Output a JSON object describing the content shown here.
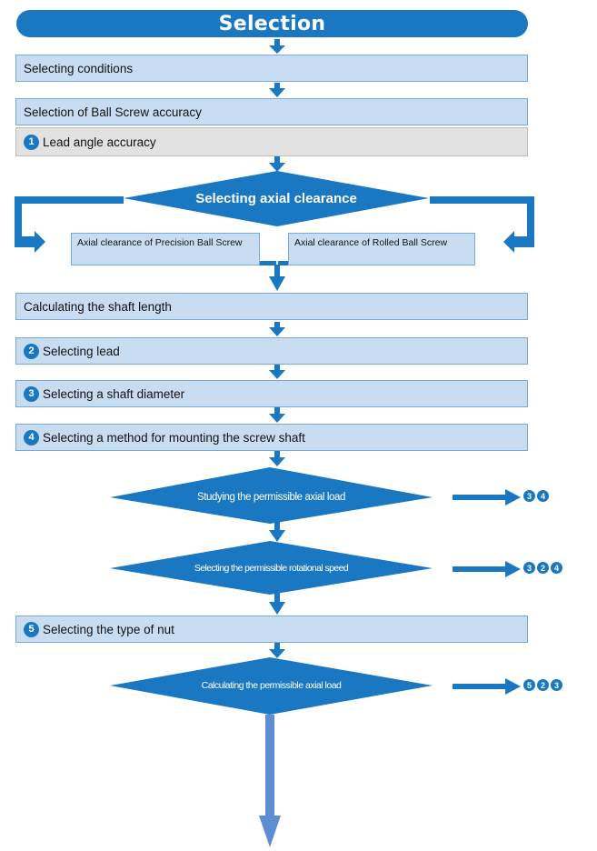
{
  "title": "Selection",
  "steps": {
    "selecting_conditions": "Selecting conditions",
    "accuracy": "Selection of Ball Screw accuracy",
    "lead_angle": {
      "num": "1",
      "label": "Lead angle accuracy"
    },
    "axial_clearance_decision": "Selecting axial clearance",
    "precision_clearance": "Axial clearance of Precision Ball Screw",
    "rolled_clearance": "Axial clearance of Rolled Ball Screw",
    "shaft_length": "Calculating the shaft  length",
    "lead": {
      "num": "2",
      "label": "Selecting lead"
    },
    "shaft_diameter": {
      "num": "3",
      "label": "Selecting a shaft diameter"
    },
    "mounting": {
      "num": "4",
      "label": "Selecting a method for mounting the screw shaft"
    },
    "axial_load_decision": "Studying the permissible axial load",
    "rot_speed_decision": "Selecting the permissible rotational speed",
    "nut_type": {
      "num": "5",
      "label": "Selecting the type of nut"
    },
    "calc_axial_load_decision": "Calculating the permissible axial load"
  },
  "refs": {
    "axial_load": [
      "3",
      "4"
    ],
    "rot_speed": [
      "3",
      "2",
      "4"
    ],
    "calc_axial_load": [
      "5",
      "2",
      "3"
    ]
  },
  "colors": {
    "primary": "#1a78c2",
    "box_fill": "#c9ddf2",
    "box_border": "#7aaad6",
    "gray_fill": "#e2e2e2",
    "arrow": "#5b8fd1"
  }
}
